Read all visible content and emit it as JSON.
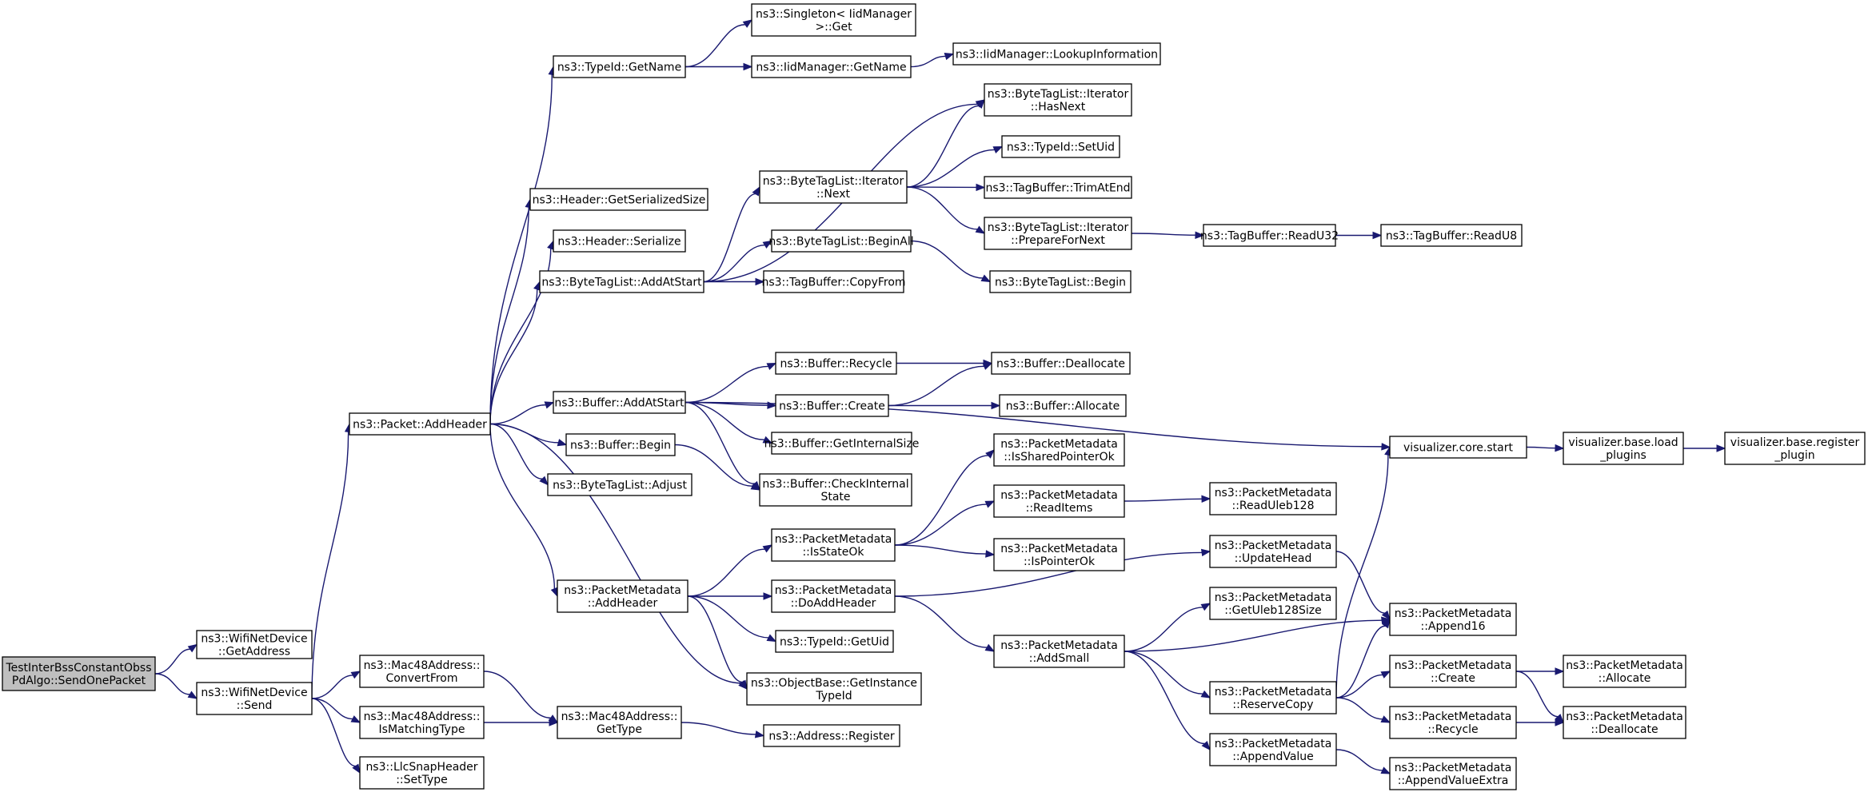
{
  "graph": {
    "type": "call-graph",
    "edge_color": "#191970",
    "root_color": "#bfbfbf",
    "nodes": [
      {
        "id": "root",
        "lines": [
          "TestInterBssConstantObss",
          "PdAlgo::SendOnePacket"
        ]
      },
      {
        "id": "wifiGetAddress",
        "lines": [
          "ns3::WifiNetDevice",
          "::GetAddress"
        ]
      },
      {
        "id": "wifiSend",
        "lines": [
          "ns3::WifiNetDevice",
          "::Send"
        ]
      },
      {
        "id": "packetAddHeader",
        "lines": [
          "ns3::Packet::AddHeader"
        ]
      },
      {
        "id": "typeIdGetName",
        "lines": [
          "ns3::TypeId::GetName"
        ]
      },
      {
        "id": "singletonGet",
        "lines": [
          "ns3::Singleton< IidManager",
          " >::Get"
        ]
      },
      {
        "id": "iidGetName",
        "lines": [
          "ns3::IidManager::GetName"
        ]
      },
      {
        "id": "iidLookup",
        "lines": [
          "ns3::IidManager::LookupInformation"
        ]
      },
      {
        "id": "headerGetSerializedSize",
        "lines": [
          "ns3::Header::GetSerializedSize"
        ]
      },
      {
        "id": "headerSerialize",
        "lines": [
          "ns3::Header::Serialize"
        ]
      },
      {
        "id": "btlAddAtStart",
        "lines": [
          "ns3::ByteTagList::AddAtStart"
        ]
      },
      {
        "id": "btlIterHasNext",
        "lines": [
          "ns3::ByteTagList::Iterator",
          "::HasNext"
        ]
      },
      {
        "id": "btlIterNext",
        "lines": [
          "ns3::ByteTagList::Iterator",
          "::Next"
        ]
      },
      {
        "id": "typeIdSetUid",
        "lines": [
          "ns3::TypeId::SetUid"
        ]
      },
      {
        "id": "tagBufTrimAtEnd",
        "lines": [
          "ns3::TagBuffer::TrimAtEnd"
        ]
      },
      {
        "id": "btlIterPrepare",
        "lines": [
          "ns3::ByteTagList::Iterator",
          "::PrepareForNext"
        ]
      },
      {
        "id": "tagBufReadU32",
        "lines": [
          "ns3::TagBuffer::ReadU32"
        ]
      },
      {
        "id": "tagBufReadU8",
        "lines": [
          "ns3::TagBuffer::ReadU8"
        ]
      },
      {
        "id": "btlBeginAll",
        "lines": [
          "ns3::ByteTagList::BeginAll"
        ]
      },
      {
        "id": "tagBufCopyFrom",
        "lines": [
          "ns3::TagBuffer::CopyFrom"
        ]
      },
      {
        "id": "btlBegin",
        "lines": [
          "ns3::ByteTagList::Begin"
        ]
      },
      {
        "id": "bufAddAtStart",
        "lines": [
          "ns3::Buffer::AddAtStart"
        ]
      },
      {
        "id": "bufRecycle",
        "lines": [
          "ns3::Buffer::Recycle"
        ]
      },
      {
        "id": "bufDeallocate",
        "lines": [
          "ns3::Buffer::Deallocate"
        ]
      },
      {
        "id": "bufCreate",
        "lines": [
          "ns3::Buffer::Create"
        ]
      },
      {
        "id": "bufAllocate",
        "lines": [
          "ns3::Buffer::Allocate"
        ]
      },
      {
        "id": "bufGetInternalSize",
        "lines": [
          "ns3::Buffer::GetInternalSize"
        ]
      },
      {
        "id": "bufBegin",
        "lines": [
          "ns3::Buffer::Begin"
        ]
      },
      {
        "id": "btlAdjust",
        "lines": [
          "ns3::ByteTagList::Adjust"
        ]
      },
      {
        "id": "bufCheckInternal",
        "lines": [
          "ns3::Buffer::CheckInternal",
          "State"
        ]
      },
      {
        "id": "vizCoreStart",
        "lines": [
          "visualizer.core.start"
        ]
      },
      {
        "id": "vizLoadPlugins",
        "lines": [
          "visualizer.base.load",
          "_plugins"
        ]
      },
      {
        "id": "vizRegisterPlugin",
        "lines": [
          "visualizer.base.register",
          "_plugin"
        ]
      },
      {
        "id": "pmIsSharedPointerOk",
        "lines": [
          "ns3::PacketMetadata",
          "::IsSharedPointerOk"
        ]
      },
      {
        "id": "pmReadItems",
        "lines": [
          "ns3::PacketMetadata",
          "::ReadItems"
        ]
      },
      {
        "id": "pmReadUleb128",
        "lines": [
          "ns3::PacketMetadata",
          "::ReadUleb128"
        ]
      },
      {
        "id": "pmIsStateOk",
        "lines": [
          "ns3::PacketMetadata",
          "::IsStateOk"
        ]
      },
      {
        "id": "pmIsPointerOk",
        "lines": [
          "ns3::PacketMetadata",
          "::IsPointerOk"
        ]
      },
      {
        "id": "pmAddHeader",
        "lines": [
          "ns3::PacketMetadata",
          "::AddHeader"
        ]
      },
      {
        "id": "pmDoAddHeader",
        "lines": [
          "ns3::PacketMetadata",
          "::DoAddHeader"
        ]
      },
      {
        "id": "pmUpdateHead",
        "lines": [
          "ns3::PacketMetadata",
          "::UpdateHead"
        ]
      },
      {
        "id": "pmGetUleb128Size",
        "lines": [
          "ns3::PacketMetadata",
          "::GetUleb128Size"
        ]
      },
      {
        "id": "pmAppend16",
        "lines": [
          "ns3::PacketMetadata",
          "::Append16"
        ]
      },
      {
        "id": "typeIdGetUid",
        "lines": [
          "ns3::TypeId::GetUid"
        ]
      },
      {
        "id": "pmAddSmall",
        "lines": [
          "ns3::PacketMetadata",
          "::AddSmall"
        ]
      },
      {
        "id": "pmCreate",
        "lines": [
          "ns3::PacketMetadata",
          "::Create"
        ]
      },
      {
        "id": "pmAllocate",
        "lines": [
          "ns3::PacketMetadata",
          "::Allocate"
        ]
      },
      {
        "id": "objBaseGetInstanceTypeId",
        "lines": [
          "ns3::ObjectBase::GetInstance",
          "TypeId"
        ]
      },
      {
        "id": "pmReserveCopy",
        "lines": [
          "ns3::PacketMetadata",
          "::ReserveCopy"
        ]
      },
      {
        "id": "pmRecycle",
        "lines": [
          "ns3::PacketMetadata",
          "::Recycle"
        ]
      },
      {
        "id": "pmDeallocate",
        "lines": [
          "ns3::PacketMetadata",
          "::Deallocate"
        ]
      },
      {
        "id": "mac48ConvertFrom",
        "lines": [
          "ns3::Mac48Address::",
          "ConvertFrom"
        ]
      },
      {
        "id": "mac48IsMatchingType",
        "lines": [
          "ns3::Mac48Address::",
          "IsMatchingType"
        ]
      },
      {
        "id": "mac48GetType",
        "lines": [
          "ns3::Mac48Address::",
          "GetType"
        ]
      },
      {
        "id": "addressRegister",
        "lines": [
          "ns3::Address::Register"
        ]
      },
      {
        "id": "llcSetType",
        "lines": [
          "ns3::LlcSnapHeader",
          "::SetType"
        ]
      },
      {
        "id": "pmAppendValue",
        "lines": [
          "ns3::PacketMetadata",
          "::AppendValue"
        ]
      },
      {
        "id": "pmAppendValueExtra",
        "lines": [
          "ns3::PacketMetadata",
          "::AppendValueExtra"
        ]
      }
    ],
    "edges": [
      [
        "root",
        "wifiGetAddress"
      ],
      [
        "root",
        "wifiSend"
      ],
      [
        "wifiSend",
        "packetAddHeader"
      ],
      [
        "wifiSend",
        "mac48ConvertFrom"
      ],
      [
        "wifiSend",
        "mac48IsMatchingType"
      ],
      [
        "wifiSend",
        "llcSetType"
      ],
      [
        "packetAddHeader",
        "typeIdGetName"
      ],
      [
        "packetAddHeader",
        "headerGetSerializedSize"
      ],
      [
        "packetAddHeader",
        "headerSerialize"
      ],
      [
        "packetAddHeader",
        "btlAddAtStart"
      ],
      [
        "packetAddHeader",
        "bufAddAtStart"
      ],
      [
        "packetAddHeader",
        "bufBegin"
      ],
      [
        "packetAddHeader",
        "btlAdjust"
      ],
      [
        "packetAddHeader",
        "pmAddHeader"
      ],
      [
        "packetAddHeader",
        "objBaseGetInstanceTypeId"
      ],
      [
        "typeIdGetName",
        "singletonGet"
      ],
      [
        "typeIdGetName",
        "iidGetName"
      ],
      [
        "iidGetName",
        "iidLookup"
      ],
      [
        "btlAddAtStart",
        "btlIterHasNext"
      ],
      [
        "btlAddAtStart",
        "btlIterNext"
      ],
      [
        "btlAddAtStart",
        "btlBeginAll"
      ],
      [
        "btlAddAtStart",
        "tagBufCopyFrom"
      ],
      [
        "btlIterNext",
        "btlIterHasNext"
      ],
      [
        "btlIterNext",
        "typeIdSetUid"
      ],
      [
        "btlIterNext",
        "tagBufTrimAtEnd"
      ],
      [
        "btlIterNext",
        "btlIterPrepare"
      ],
      [
        "btlIterPrepare",
        "tagBufReadU32"
      ],
      [
        "tagBufReadU32",
        "tagBufReadU8"
      ],
      [
        "btlBeginAll",
        "btlBegin"
      ],
      [
        "bufAddAtStart",
        "vizCoreStart"
      ],
      [
        "bufAddAtStart",
        "bufRecycle"
      ],
      [
        "bufAddAtStart",
        "bufCreate"
      ],
      [
        "bufAddAtStart",
        "bufGetInternalSize"
      ],
      [
        "bufAddAtStart",
        "bufCheckInternal"
      ],
      [
        "bufRecycle",
        "bufDeallocate"
      ],
      [
        "bufCreate",
        "bufDeallocate"
      ],
      [
        "bufCreate",
        "bufAllocate"
      ],
      [
        "bufBegin",
        "bufCheckInternal"
      ],
      [
        "vizCoreStart",
        "vizLoadPlugins"
      ],
      [
        "vizLoadPlugins",
        "vizRegisterPlugin"
      ],
      [
        "pmAddHeader",
        "pmIsStateOk"
      ],
      [
        "pmAddHeader",
        "pmDoAddHeader"
      ],
      [
        "pmAddHeader",
        "typeIdGetUid"
      ],
      [
        "pmAddHeader",
        "objBaseGetInstanceTypeId"
      ],
      [
        "pmIsStateOk",
        "pmIsSharedPointerOk"
      ],
      [
        "pmIsStateOk",
        "pmReadItems"
      ],
      [
        "pmIsStateOk",
        "pmIsPointerOk"
      ],
      [
        "pmReadItems",
        "pmReadUleb128"
      ],
      [
        "pmDoAddHeader",
        "pmUpdateHead"
      ],
      [
        "pmDoAddHeader",
        "pmAddSmall"
      ],
      [
        "pmUpdateHead",
        "pmAppend16"
      ],
      [
        "pmAddSmall",
        "pmGetUleb128Size"
      ],
      [
        "pmAddSmall",
        "pmAppend16"
      ],
      [
        "pmAddSmall",
        "pmReserveCopy"
      ],
      [
        "pmAddSmall",
        "pmAppendValue"
      ],
      [
        "pmReserveCopy",
        "vizCoreStart"
      ],
      [
        "pmReserveCopy",
        "pmAppend16"
      ],
      [
        "pmReserveCopy",
        "pmCreate"
      ],
      [
        "pmReserveCopy",
        "pmRecycle"
      ],
      [
        "pmCreate",
        "pmAllocate"
      ],
      [
        "pmCreate",
        "pmDeallocate"
      ],
      [
        "pmRecycle",
        "pmDeallocate"
      ],
      [
        "pmAppendValue",
        "pmAppendValueExtra"
      ],
      [
        "mac48ConvertFrom",
        "mac48GetType"
      ],
      [
        "mac48IsMatchingType",
        "mac48GetType"
      ],
      [
        "mac48GetType",
        "addressRegister"
      ]
    ]
  }
}
